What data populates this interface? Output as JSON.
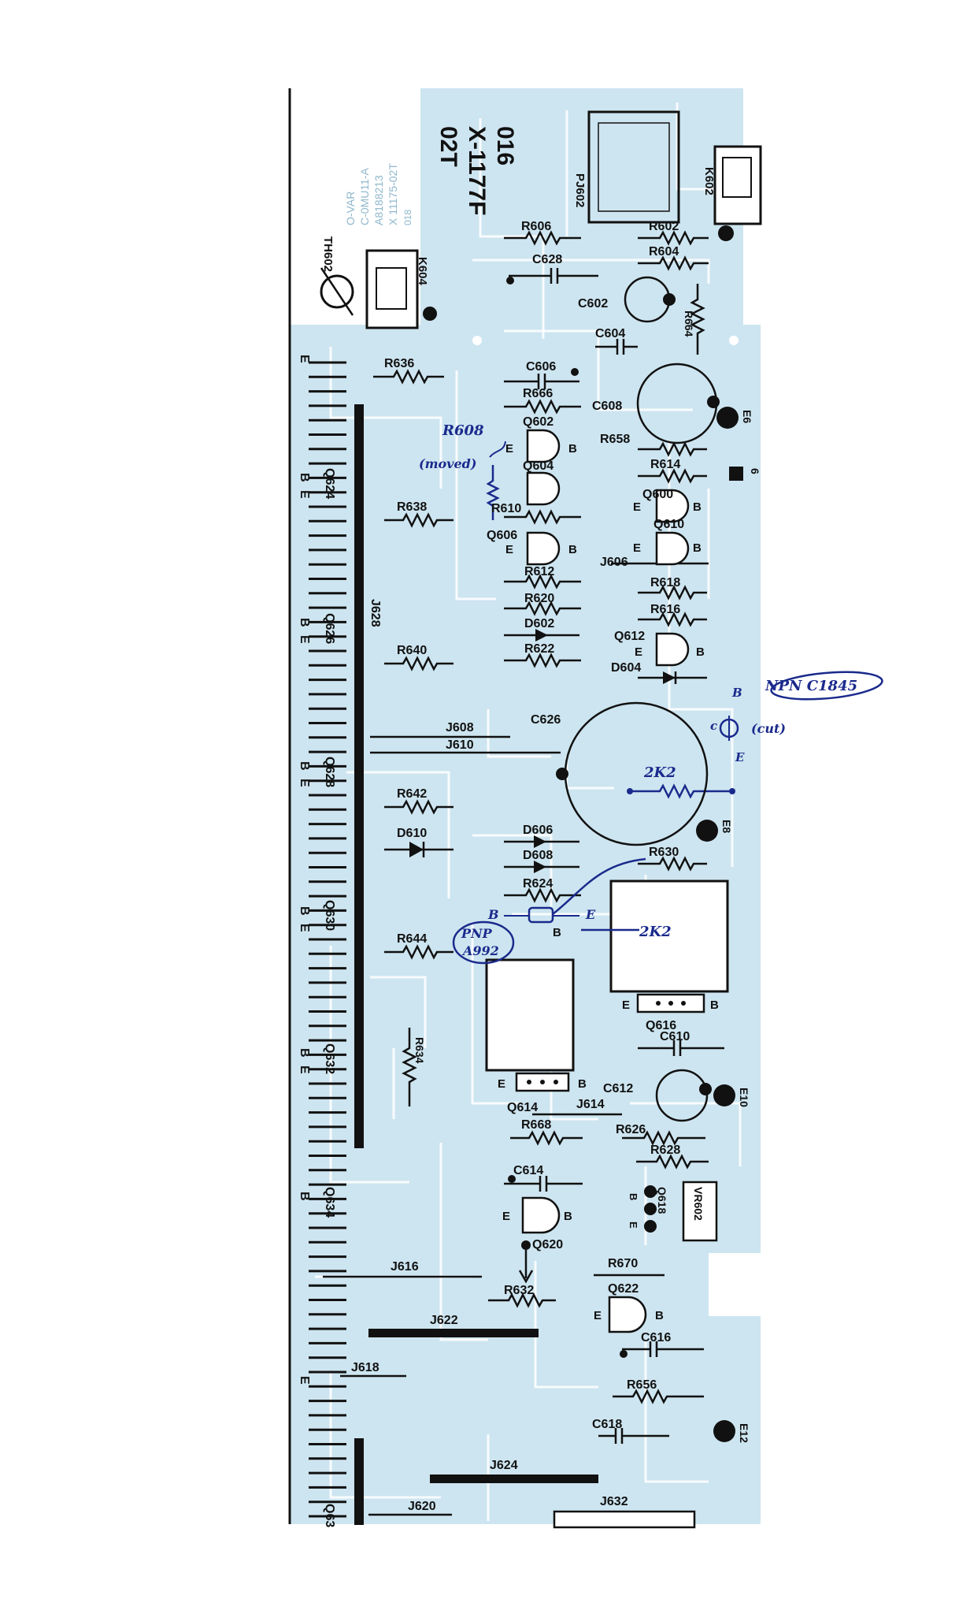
{
  "colors": {
    "board": "#cde5f0",
    "trace": "#ffffff",
    "ink": "#111111",
    "pen": "#1a2a8c"
  },
  "board_header": {
    "code_line1": "016",
    "code_line2": "X-1177F",
    "code_line3": "02T",
    "mirrored_line1": "X 11175-02T",
    "mirrored_line2": "A8188213",
    "mirrored_line3": "C-0MU11-A",
    "mirrored_line4": "O-VAR",
    "mirrored_small": "018"
  },
  "components": {
    "th602": "TH602",
    "k604": "K604",
    "k602": "K602",
    "pj602": "PJ602",
    "r606": "R606",
    "r602": "R602",
    "r604": "R604",
    "c628": "C628",
    "c602": "C602",
    "r664": "R664",
    "c604": "C604",
    "r636": "R636",
    "c606": "C606",
    "r666": "R666",
    "c608": "C608",
    "e6": "E6",
    "q602": "Q602",
    "r658": "R658",
    "r614": "R614",
    "q604": "Q604",
    "q600": "Q600",
    "r638": "R638",
    "r610": "R610",
    "q610": "Q610",
    "q606": "Q606",
    "j606": "J606",
    "r612": "R612",
    "r618": "R618",
    "r620": "R620",
    "r616": "R616",
    "d602": "D602",
    "q612": "Q612",
    "r640": "R640",
    "r622": "R622",
    "d604": "D604",
    "j628": "J628",
    "j608": "J608",
    "c626": "C626",
    "j610": "J610",
    "r642": "R642",
    "d610": "D610",
    "d606": "D606",
    "e8": "E8",
    "d608": "D608",
    "r630": "R630",
    "r624": "R624",
    "r644": "R644",
    "q616": "Q616",
    "c610": "C610",
    "r634": "R634",
    "c612": "C612",
    "e10": "E10",
    "q614": "Q614",
    "j614": "J614",
    "r668": "R668",
    "r626": "R626",
    "r628": "R628",
    "c614": "C614",
    "q618": "Q618",
    "vr602": "VR602",
    "q620": "Q620",
    "j616": "J616",
    "r670": "R670",
    "r632": "R632",
    "q622": "Q622",
    "j622": "J622",
    "c616": "C616",
    "j618": "J618",
    "r656": "R656",
    "c618": "C618",
    "e12": "E12",
    "j624": "J624",
    "j620": "J620",
    "j632": "J632",
    "side_6": "6"
  },
  "edge_q_labels": {
    "q624": "Q624",
    "q626": "Q626",
    "q628": "Q628",
    "q630": "Q630",
    "q632": "Q632",
    "q634": "Q634",
    "q63x": "Q63"
  },
  "pins": {
    "e": "E",
    "b": "B"
  },
  "handwritten": {
    "r608_moved_1": "R608",
    "r608_moved_2": "(moved)",
    "npn_label": "NPN  C1845",
    "cut_note": "(cut)",
    "c_pin": "c",
    "b_pin": "B",
    "e_pin": "E",
    "r_2k2_top": "2K2",
    "r_2k2_bottom": "2K2",
    "pnp_line1": "PNP",
    "pnp_line2": "A992",
    "pnp_b": "B",
    "pnp_e": "E"
  }
}
